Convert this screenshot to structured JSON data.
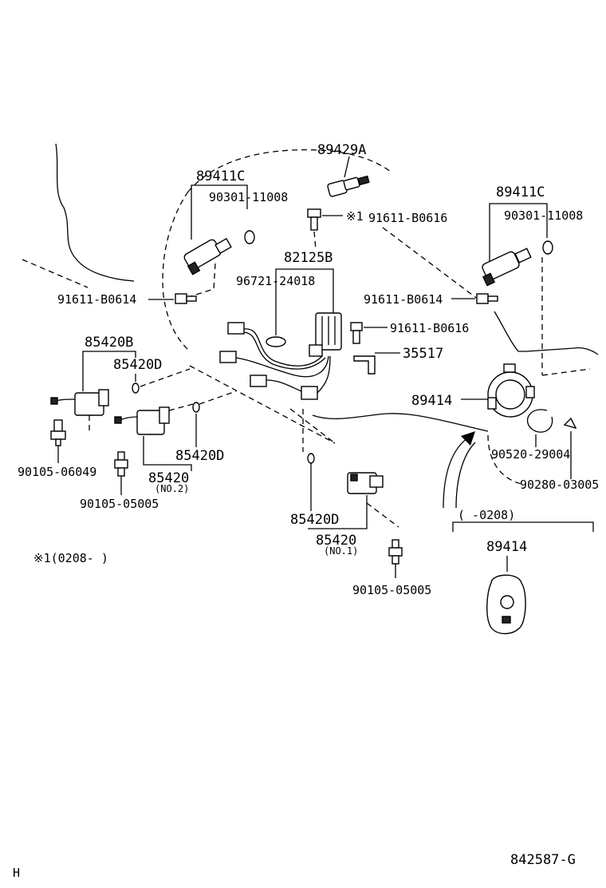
{
  "labels": {
    "p89429A": "89429A",
    "p89411C_left": "89411C",
    "p90301_left": "90301-11008",
    "p91611_B0616_top": "91611-B0616",
    "star1_top": "※1",
    "p82125B": "82125B",
    "p96721": "96721-24018",
    "p89411C_right": "89411C",
    "p90301_right": "90301-11008",
    "p91611_B0614_left": "91611-B0614",
    "p91611_B0614_right": "91611-B0614",
    "p91611_B0616_mid": "91611-B0616",
    "p35517": "35517",
    "p85420B": "85420B",
    "p85420D_top": "85420D",
    "p89414_mid": "89414",
    "p90520": "90520-29004",
    "p90280": "90280-03005",
    "p85420D_mid": "85420D",
    "p90105_06049": "90105-06049",
    "p85420_no2": "85420",
    "no2": "(NO.2)",
    "p90105_05005_left": "90105-05005",
    "range_0208": "(    -0208)",
    "p85420D_low": "85420D",
    "p89414_bottom": "89414",
    "p85420_no1": "85420",
    "no1": "(NO.1)",
    "note_star1": "※1(0208-        )",
    "p90105_05005_bottom": "90105-05005",
    "diagram_code": "842587-G",
    "corner_letter": "H"
  }
}
